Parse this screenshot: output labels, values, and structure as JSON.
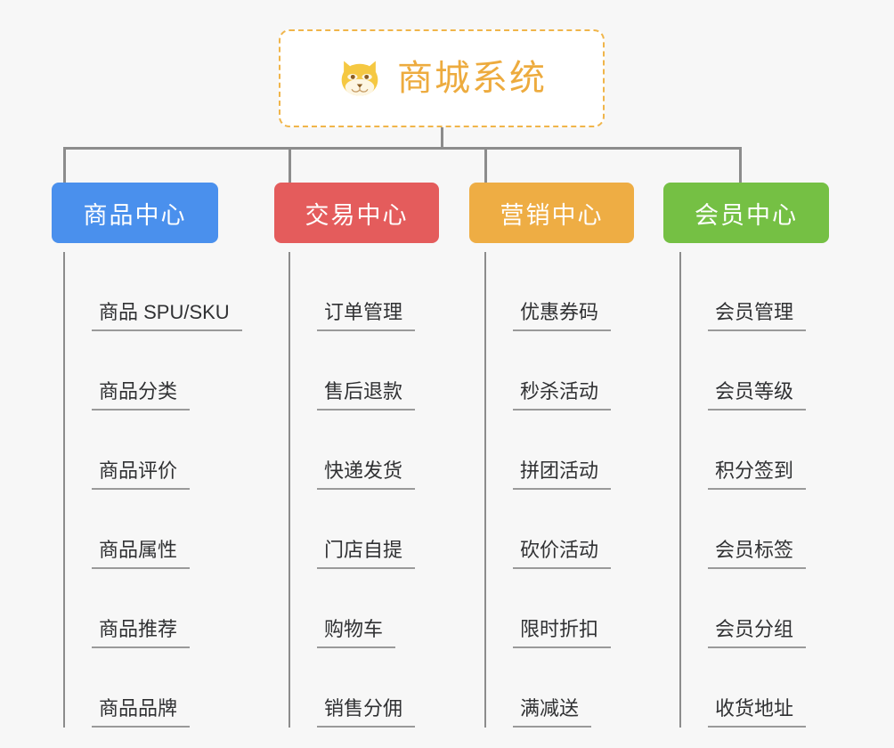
{
  "page": {
    "background_color": "#f7f7f7",
    "line_color": "#8c8c8c",
    "leaf_text_color": "#303133"
  },
  "root": {
    "title": "商城系统",
    "icon": "shiba-inu-dog-face-icon",
    "text_color": "#edab3e",
    "border_color": "#f0b54a",
    "background_color": "#ffffff"
  },
  "columns": [
    {
      "title": "商品中心",
      "color": "#4a90ed",
      "items": [
        "商品 SPU/SKU",
        "商品分类",
        "商品评价",
        "商品属性",
        "商品推荐",
        "商品品牌"
      ]
    },
    {
      "title": "交易中心",
      "color": "#e45c5c",
      "items": [
        "订单管理",
        "售后退款",
        "快递发货",
        "门店自提",
        "购物车",
        "销售分佣"
      ]
    },
    {
      "title": "营销中心",
      "color": "#eead44",
      "items": [
        "优惠券码",
        "秒杀活动",
        "拼团活动",
        "砍价活动",
        "限时折扣",
        "满减送"
      ]
    },
    {
      "title": "会员中心",
      "color": "#75c044",
      "items": [
        "会员管理",
        "会员等级",
        "积分签到",
        "会员标签",
        "会员分组",
        "收货地址"
      ]
    }
  ]
}
